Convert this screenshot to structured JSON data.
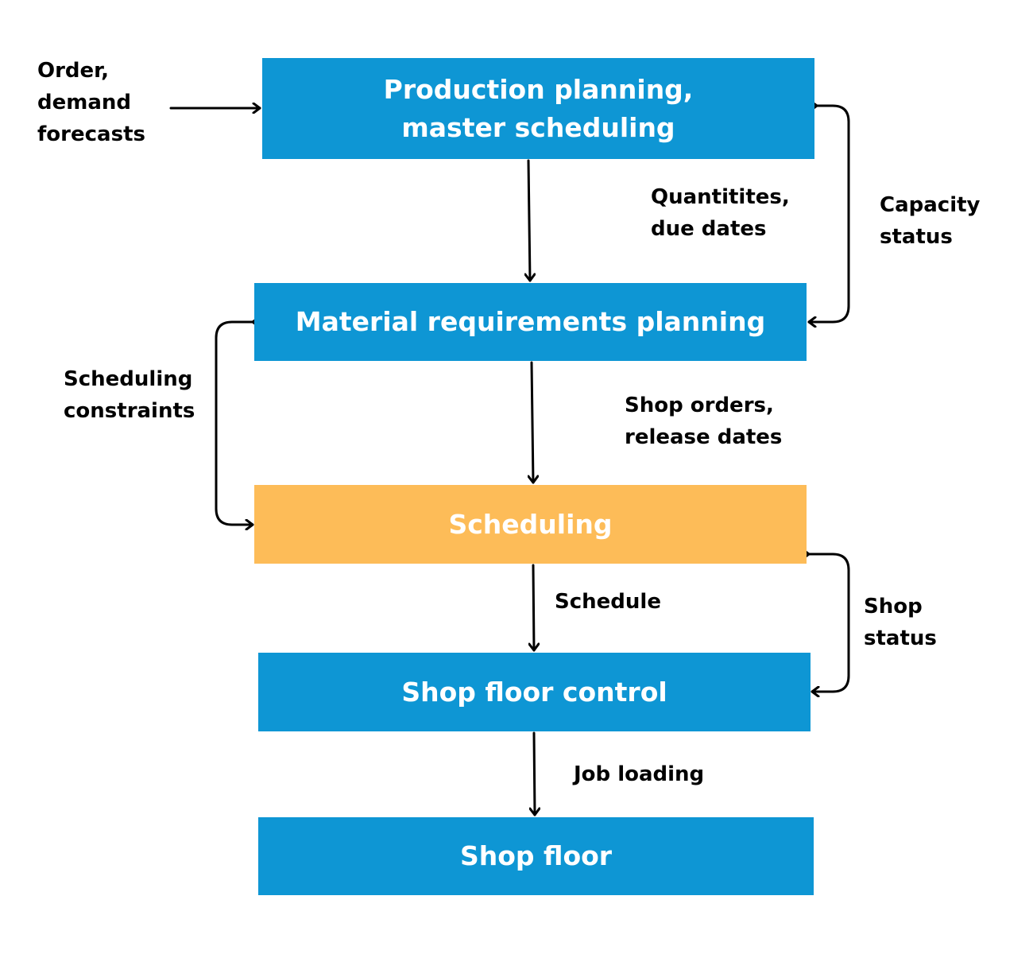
{
  "colors": {
    "primary_box": "#0e96d4",
    "highlight_box": "#fdbc58",
    "arrow": "#000000",
    "text_on_box": "#ffffff"
  },
  "boxes": {
    "production_planning": "Production planning,\nmaster scheduling",
    "mrp": "Material requirements planning",
    "scheduling": "Scheduling",
    "shop_floor_control": "Shop floor control",
    "shop_floor": "Shop floor"
  },
  "labels": {
    "order_demand": "Order,\ndemand\nforecasts",
    "quantities": "Quantitites,\ndue dates",
    "capacity_status": "Capacity\nstatus",
    "scheduling_constraints": "Scheduling\nconstraints",
    "shop_orders": "Shop orders,\nrelease dates",
    "schedule": "Schedule",
    "shop_status": "Shop\nstatus",
    "job_loading": "Job loading"
  }
}
